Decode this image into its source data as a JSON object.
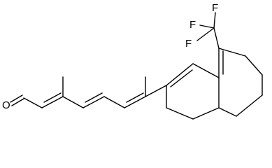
{
  "structure": {
    "atom_labels": {
      "fluorine_top": "F",
      "fluorine_left": "F",
      "fluorine_lower": "F",
      "aldehyde_oxygen": "O"
    },
    "colors": {
      "bond": "#000000",
      "label": "#000000",
      "background": "#ffffff"
    }
  }
}
